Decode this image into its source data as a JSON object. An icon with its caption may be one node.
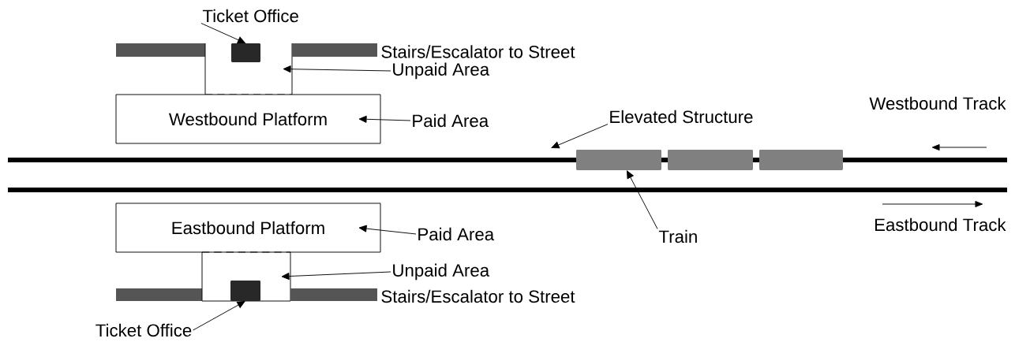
{
  "diagram": {
    "nodes": [
      {
        "text": [
          "Ticket Office"
        ]
      },
      {
        "text": [],
        "shape": "bar"
      },
      {
        "text": [],
        "shape": "box"
      },
      {
        "text": [],
        "shape": "box",
        "in": 2
      },
      {
        "text": [],
        "shape": "bar",
        "beside": [
          "Stairs/Escalator to Street"
        ]
      },
      {
        "text": [
          "Unpaid Area"
        ]
      },
      {
        "text": [
          "Westbound Platform"
        ]
      },
      {
        "text": [
          "Paid Area"
        ]
      },
      {
        "text": [
          "Elevated Structure"
        ]
      },
      {
        "text": [],
        "shape": "bar"
      },
      {
        "text": [],
        "shape": "box"
      },
      {
        "text": [],
        "shape": "box"
      },
      {
        "text": [],
        "shape": "box"
      },
      {
        "text": [],
        "shape": "bar"
      },
      {
        "text": [
          "Train"
        ]
      },
      {
        "text": [
          "Eastbound Platform"
        ]
      },
      {
        "text": [
          "Paid Area"
        ]
      },
      {
        "text": [
          "Unpaid Area"
        ]
      },
      {
        "text": [],
        "shape": "bar"
      },
      {
        "text": [],
        "shape": "box"
      },
      {
        "text": [],
        "shape": "box",
        "in": 19
      },
      {
        "text": [],
        "shape": "bar",
        "beside": [
          "Stairs/Escalator to Street"
        ]
      },
      {
        "text": [
          "Ticket Office"
        ]
      }
    ],
    "edges": [
      {
        "from": 0,
        "to": 3,
        "arrow": "to"
      },
      {
        "from": 5,
        "to": 2,
        "arrow": "to"
      },
      {
        "from": 7,
        "to": 6,
        "arrow": "to"
      },
      {
        "from": 8,
        "to": 9,
        "arrow": "to"
      },
      {
        "from": 14,
        "to": 10,
        "arrow": "to"
      },
      {
        "from": 16,
        "to": 15,
        "arrow": "to"
      },
      {
        "from": 17,
        "to": 19,
        "arrow": "to"
      },
      {
        "from": 22,
        "to": 20,
        "arrow": "to"
      }
    ],
    "labels": [
      "Westbound Track",
      "Eastbound Track"
    ]
  }
}
